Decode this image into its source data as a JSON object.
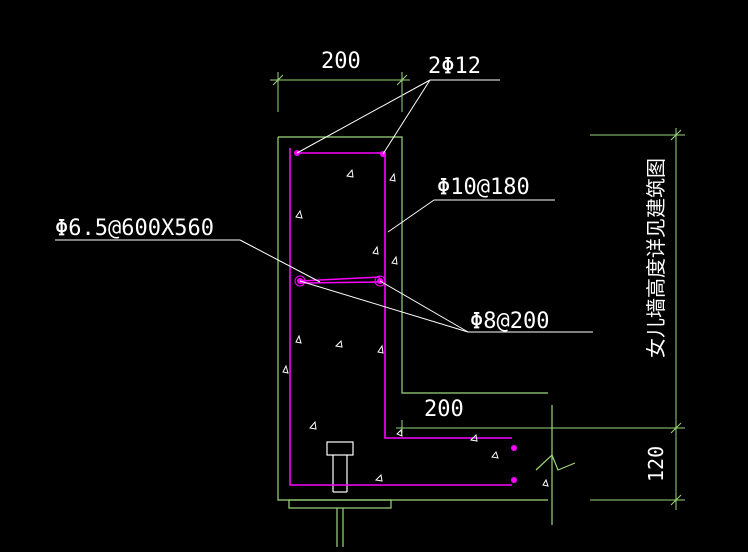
{
  "drawing": {
    "dimensions": {
      "top_width": "200",
      "slab_width": "200",
      "slab_thickness": "120",
      "wall_height_note": "女儿墙高度详见建筑图"
    },
    "annotations": {
      "top_bars": "2Φ12",
      "vertical_bars": "Φ10@180",
      "tie_bars": "Φ6.5@600X560",
      "horizontal_bars": "Φ8@200"
    },
    "colors": {
      "background": "#000000",
      "concrete_outline": "#9dd67a",
      "rebar": "#ff00ff",
      "leader": "#ffffff",
      "dimension": "#9dd67a",
      "text": "#ffffff"
    }
  }
}
